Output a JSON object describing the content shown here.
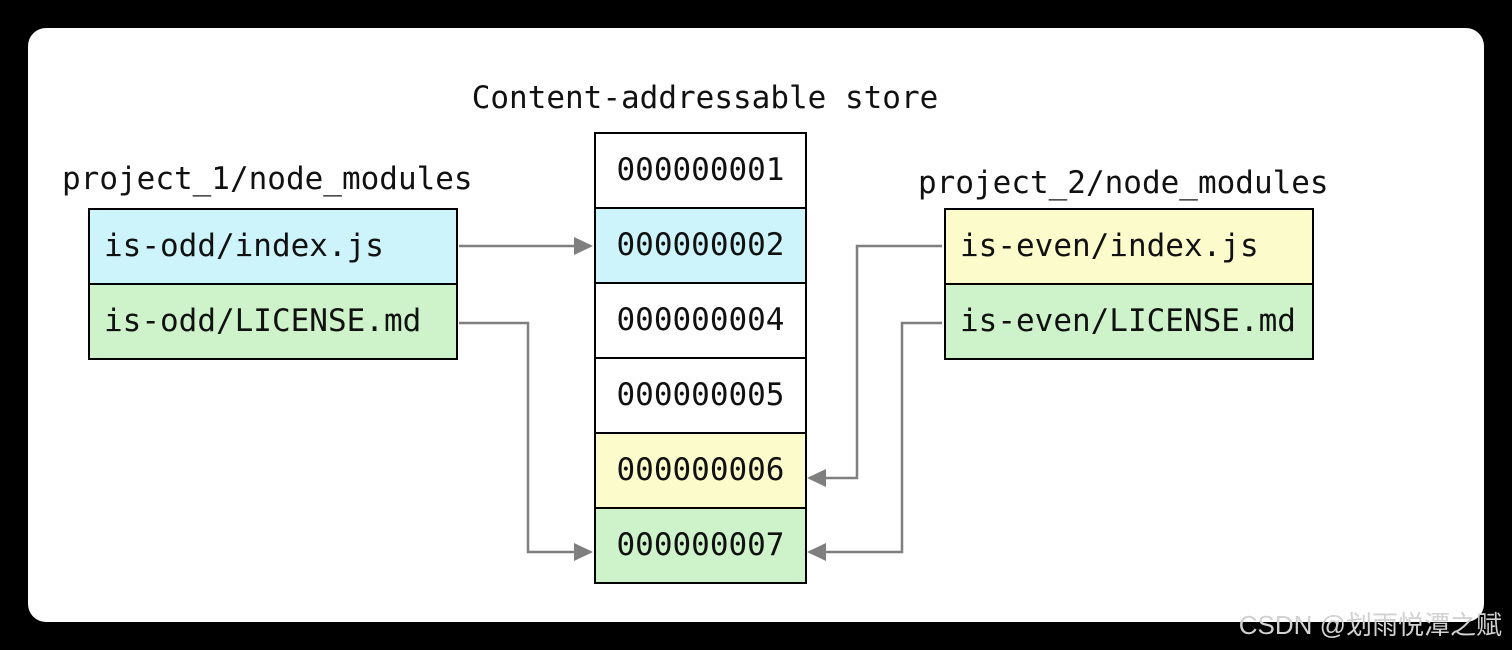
{
  "title": "Content-addressable store",
  "colors": {
    "background": "#000000",
    "card": "#ffffff",
    "border": "#000000",
    "arrow": "#7f7f7f",
    "cyan": "#cdf3fb",
    "yellow": "#fcfbcb",
    "green": "#cef3ca",
    "white": "#ffffff",
    "watermark_text": "#d2d2d2"
  },
  "project1": {
    "label": "project_1/node_modules",
    "files": [
      {
        "name": "is-odd/index.js",
        "color": "#cdf3fb"
      },
      {
        "name": "is-odd/LICENSE.md",
        "color": "#cef3ca"
      }
    ]
  },
  "project2": {
    "label": "project_2/node_modules",
    "files": [
      {
        "name": "is-even/index.js",
        "color": "#fcfbcb"
      },
      {
        "name": "is-even/LICENSE.md",
        "color": "#cef3ca"
      }
    ]
  },
  "store": {
    "cells": [
      {
        "hash": "000000001",
        "color": "#ffffff"
      },
      {
        "hash": "000000002",
        "color": "#cdf3fb"
      },
      {
        "hash": "000000004",
        "color": "#ffffff"
      },
      {
        "hash": "000000005",
        "color": "#ffffff"
      },
      {
        "hash": "000000006",
        "color": "#fcfbcb"
      },
      {
        "hash": "000000007",
        "color": "#cef3ca"
      }
    ]
  },
  "links": [
    {
      "from": "project_1/node_modules/is-odd/index.js",
      "to": "000000002"
    },
    {
      "from": "project_1/node_modules/is-odd/LICENSE.md",
      "to": "000000007"
    },
    {
      "from": "project_2/node_modules/is-even/index.js",
      "to": "000000006"
    },
    {
      "from": "project_2/node_modules/is-even/LICENSE.md",
      "to": "000000007"
    }
  ],
  "watermark": "CSDN @划雨悦潭之赋"
}
